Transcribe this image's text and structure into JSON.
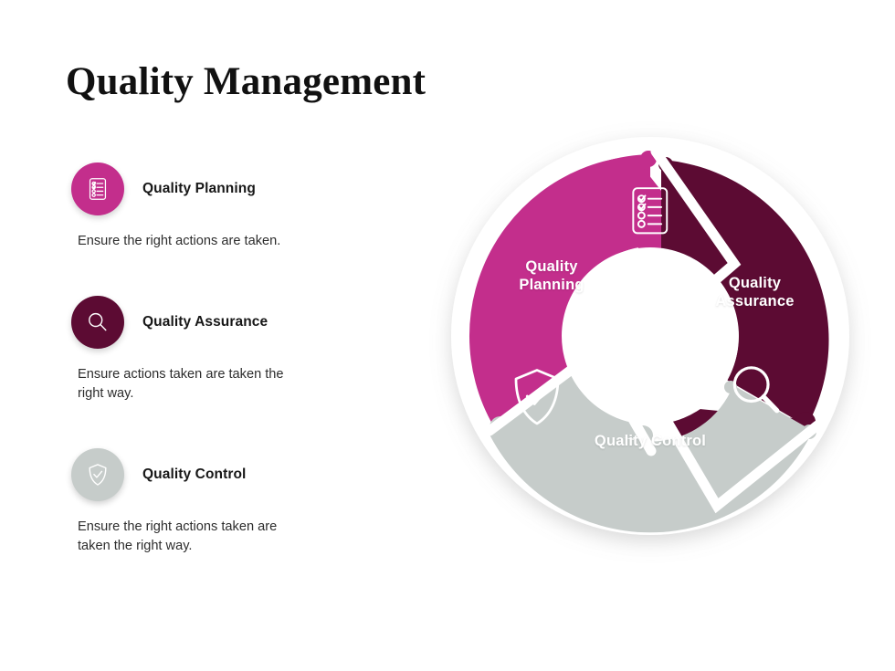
{
  "title": "Quality Management",
  "theme": {
    "background": "#ffffff",
    "magenta": "#C32E8C",
    "maroon": "#5C0B33",
    "gray": "#C6CCCA",
    "title_color": "#111111",
    "body_text": "#2d2d2d",
    "label_text": "#ffffff"
  },
  "legend": {
    "items": [
      {
        "label": "Quality Planning",
        "description": "Ensure the right actions are taken.",
        "icon": "checklist-icon",
        "color": "#C32E8C"
      },
      {
        "label": "Quality Assurance",
        "description": "Ensure actions taken are taken the right way.",
        "icon": "magnifier-icon",
        "color": "#5C0B33"
      },
      {
        "label": "Quality Control",
        "description": "Ensure the right actions taken are taken the right way.",
        "icon": "shield-check-icon",
        "color": "#C6CCCA"
      }
    ]
  },
  "diagram": {
    "type": "cycle-donut",
    "segments": [
      {
        "label": "Quality\nPlanning",
        "color": "#C32E8C",
        "icon": "checklist-icon",
        "start_angle": -90,
        "end_angle": 150,
        "share": "1/3"
      },
      {
        "label": "Quality\nAssurance",
        "color": "#5C0B33",
        "icon": "magnifier-icon",
        "start_angle": -90,
        "end_angle": 30,
        "share": "1/3"
      },
      {
        "label": "Quality Control",
        "color": "#C6CCCA",
        "icon": "shield-check-icon",
        "start_angle": 150,
        "end_angle": 270,
        "share": "1/3"
      }
    ]
  }
}
